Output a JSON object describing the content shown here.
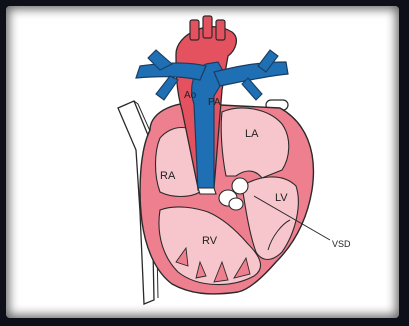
{
  "diagram": {
    "labels": {
      "ao": "Ao",
      "pa": "PA",
      "la": "LA",
      "ra": "RA",
      "lv": "LV",
      "rv": "RV",
      "vsd": "VSD"
    },
    "colors": {
      "background": "#0d1018",
      "panel": "#ffffff",
      "chamber_wall": "#ee7f8f",
      "chamber_fill": "#f7c6cd",
      "aorta": "#e4525f",
      "pulmonary": "#1e6fb3",
      "vena_cava": "#ffffff",
      "outline": "#2a2a2a"
    }
  }
}
